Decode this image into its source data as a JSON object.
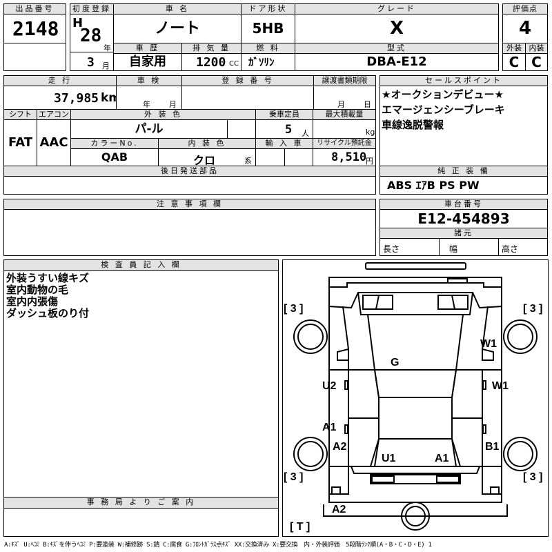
{
  "header": {
    "lot_label": "出品番号",
    "lot_number": "2148",
    "first_reg_label": "初度登録",
    "era": "H",
    "year": "28",
    "year_unit": "年",
    "month": "3",
    "month_unit": "月",
    "car_name_label": "車 名",
    "car_name": "ノート",
    "door_label": "ドア形状",
    "door": "5HB",
    "grade_label": "グレード",
    "grade": "X",
    "score_label": "評価点",
    "score": "4",
    "history_label": "車 歴",
    "history": "自家用",
    "displacement_label": "排 気 量",
    "displacement": "1200",
    "displacement_unit": "CC",
    "fuel_label": "燃 料",
    "fuel": "ｶﾞｿﾘﾝ",
    "model_label": "型式",
    "model": "DBA-E12",
    "exterior_label": "外装",
    "exterior": "C",
    "interior_label": "内装",
    "interior": "C"
  },
  "row2": {
    "mileage_label": "走 行",
    "mileage": "37,985",
    "mileage_unit": "km",
    "inspection_label": "車 検",
    "insp_year_unit": "年",
    "insp_month_unit": "月",
    "reg_label": "登 録 番 号",
    "transfer_label": "譲渡書類期限",
    "transfer_month_unit": "月",
    "transfer_day_unit": "日",
    "shift_label": "シフト",
    "shift": "FAT",
    "ac_label": "エアコン",
    "ac": "AAC",
    "color_label": "外 装 色",
    "color": "パ-ル",
    "capacity_label": "乗車定員",
    "capacity": "5",
    "capacity_unit": "人",
    "load_label": "最大積載量",
    "load_unit": "kg",
    "color_no_label": "カラーNo.",
    "color_no": "QAB",
    "int_color_label": "内 装 色",
    "int_color": "クロ",
    "int_color_unit": "系",
    "import_label": "輸 入 車",
    "recycle_label": "リサイクル預託金",
    "recycle": "8,510",
    "recycle_unit": "円",
    "later_label": "後日発送部品"
  },
  "sales": {
    "label": "セールスポイント",
    "lines": [
      "★オークションデビュー★",
      "エマージェンシーブレーキ",
      "車線逸脱警報"
    ]
  },
  "equipment": {
    "label": "純 正 装 備",
    "value": "ABS ｴｱB PS PW"
  },
  "notes": {
    "label": "注 意 事 項 欄"
  },
  "chassis": {
    "label": "車台番号",
    "value": "E12-454893"
  },
  "dims": {
    "label": "諸元",
    "length": "長さ",
    "width": "幅",
    "height": "高さ"
  },
  "inspector": {
    "label": "検 査 員 記 入 欄",
    "lines": [
      "外装うすい線キズ",
      "室内動物の毛",
      "室内内張傷",
      "ダッシュ板のり付"
    ]
  },
  "office": {
    "label": "事 務 局 よ り ご 案 内"
  },
  "diagram": {
    "tire_tl": "[ 3 ]",
    "tire_tr": "[ 3 ]",
    "tire_bl": "[ 3 ]",
    "tire_br": "[ 3 ]",
    "spare": "[ T ]",
    "marks": [
      "G",
      "W1",
      "U2",
      "W1",
      "A1",
      "A2",
      "B1",
      "U1",
      "A1",
      "A2"
    ]
  },
  "legend": "A:ｷｽﾞ U:ﾍｺﾐ B:ｷｽﾞを伴うﾍｺﾐ P:要塗装 W:補修跡 S:錆 C:腐食 G:ﾌﾛﾝﾄｶﾞﾗｽ点ｷｽﾞ XX:交換済み X:要交換　内・外装評価　5段階ﾗﾝｸ順(A・B・C・D・E) 1"
}
